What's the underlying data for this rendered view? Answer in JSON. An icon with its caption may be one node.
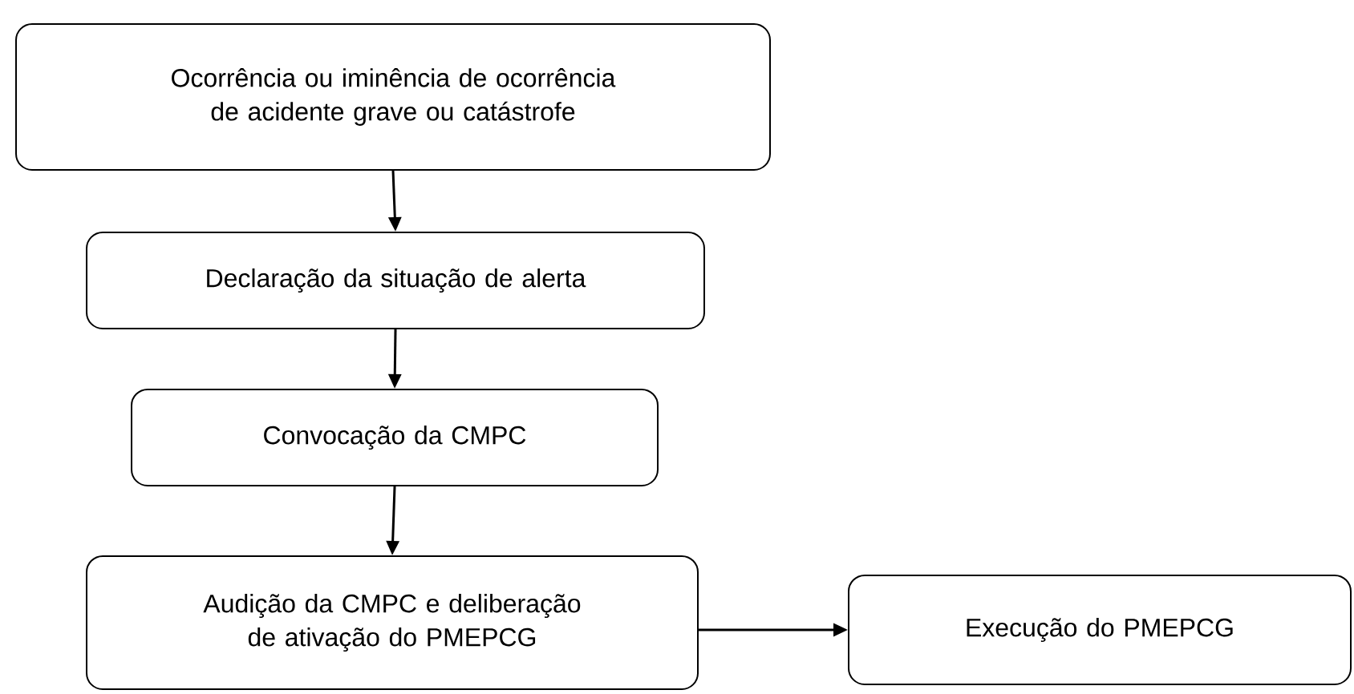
{
  "diagram": {
    "nodes": [
      {
        "text": [
          "Ocorrência ou iminência de ocorrência de acidente grave ou catástrofe"
        ]
      },
      {
        "text": [
          "Declaração da situação de alerta"
        ]
      },
      {
        "text": [
          "Convocação da CMPC"
        ]
      },
      {
        "text": [
          "Audição da CMPC e deliberação de ativação do PMEPCG"
        ]
      },
      {
        "text": [
          "Execução do PMEPCG"
        ]
      }
    ],
    "edges": [
      {
        "from": 0,
        "to": 1,
        "arrow": "to"
      },
      {
        "from": 1,
        "to": 2,
        "arrow": "to"
      },
      {
        "from": 2,
        "to": 3,
        "arrow": "to"
      },
      {
        "from": 3,
        "to": 4,
        "arrow": "to"
      }
    ]
  }
}
